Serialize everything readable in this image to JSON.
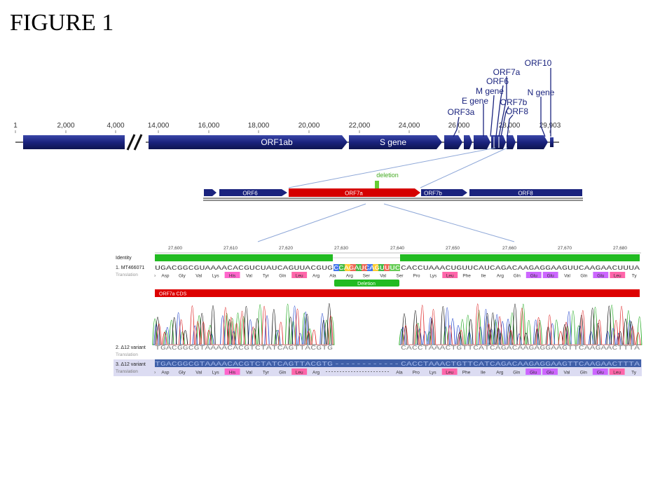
{
  "figure_label": "FIGURE 1",
  "genome_map": {
    "ticks": [
      "1",
      "2,000",
      "4,000",
      "14,000",
      "16,000",
      "18,000",
      "20,000",
      "22,000",
      "24,000",
      "26,000",
      "28,000",
      "29,903"
    ],
    "segments": [
      {
        "label": "ORF1ab"
      },
      {
        "label": "S gene"
      }
    ],
    "gene_labels": {
      "orf10": "ORF10",
      "orf7a": "ORF7a",
      "orf6": "ORF6",
      "m_gene": "M gene",
      "e_gene": "E gene",
      "orf7b": "ORF7b",
      "orf8": "ORF8",
      "orf3a": "ORF3a",
      "n_gene": "N gene"
    },
    "colors": {
      "gene": "#1a237e",
      "gene_edge": "#0d1450"
    }
  },
  "zoom_map": {
    "deletion_label": "deletion",
    "genes": [
      "ORF6",
      "ORF7a",
      "ORF7b",
      "ORF8"
    ],
    "colors": {
      "orf7a": "#d50000",
      "other": "#1a237e",
      "deletion": "#66cc33"
    }
  },
  "alignment": {
    "ticks": [
      "27,600",
      "27,610",
      "27,620",
      "27,630",
      "27,640",
      "27,650",
      "27,660",
      "27,670",
      "27,680"
    ],
    "identity_label": "Identity",
    "rows": {
      "ref": {
        "name": "1. MT466071",
        "sub": "Translation",
        "seq_left": "UGACGGCGUAAAACACGUCUAUCAGUUACGUG",
        "seq_del": "CCAGAUCAGUUUC",
        "seq_right": "CACCUAAACUGUUCAUCAGACAAGAGGAAGUUCAAGAACUUUA"
      },
      "variant2": {
        "name": "2. Δ12 variant",
        "sub": "Translation",
        "seq_left": "TGACGGCGTAAAACACGTCTATCAGTTACGTG",
        "seq_right": "CACCTAAACTGTTCATCAGACAAGAGGAAGTTCAAGAACTTTA"
      },
      "variant3": {
        "name": "3. Δ12 variant",
        "sub": "Translation",
        "seq_left": "TGACGGCGTAAAACACGTCTATCAGTTACGTG",
        "gap": "------------",
        "seq_right": "CACCTAAACTGTTCATCAGACAAGAGGAAGTTCAAGAACTTTA"
      }
    },
    "translation_ref": [
      "Asp",
      "Gly",
      "Val",
      "Lys",
      "His",
      "Val",
      "Tyr",
      "Gln",
      "Leu",
      "Arg",
      "Ala",
      "Arg",
      "Ser",
      "Val",
      "Ser",
      "Pro",
      "Lys",
      "Leu",
      "Phe",
      "Ile",
      "Arg",
      "Gln",
      "Glu",
      "Glu",
      "Val",
      "Gln",
      "Glu",
      "Leu",
      "Ty"
    ],
    "translation_var": [
      "Asp",
      "Gly",
      "Val",
      "Lys",
      "His",
      "Val",
      "Tyr",
      "Gln",
      "Leu",
      "Arg",
      "Ala",
      "Pro",
      "Lys",
      "Leu",
      "Phe",
      "Ile",
      "Arg",
      "Gln",
      "Glu",
      "Glu",
      "Val",
      "Gln",
      "Glu",
      "Leu",
      "Ty"
    ],
    "deletion_label": "Deletion",
    "cds_label": "ORF7a CDS",
    "colors": {
      "identity": "#22bb22",
      "deletion": "#22bb22",
      "cds": "#dd0000",
      "row3_bg": "#3f5fa8"
    }
  }
}
